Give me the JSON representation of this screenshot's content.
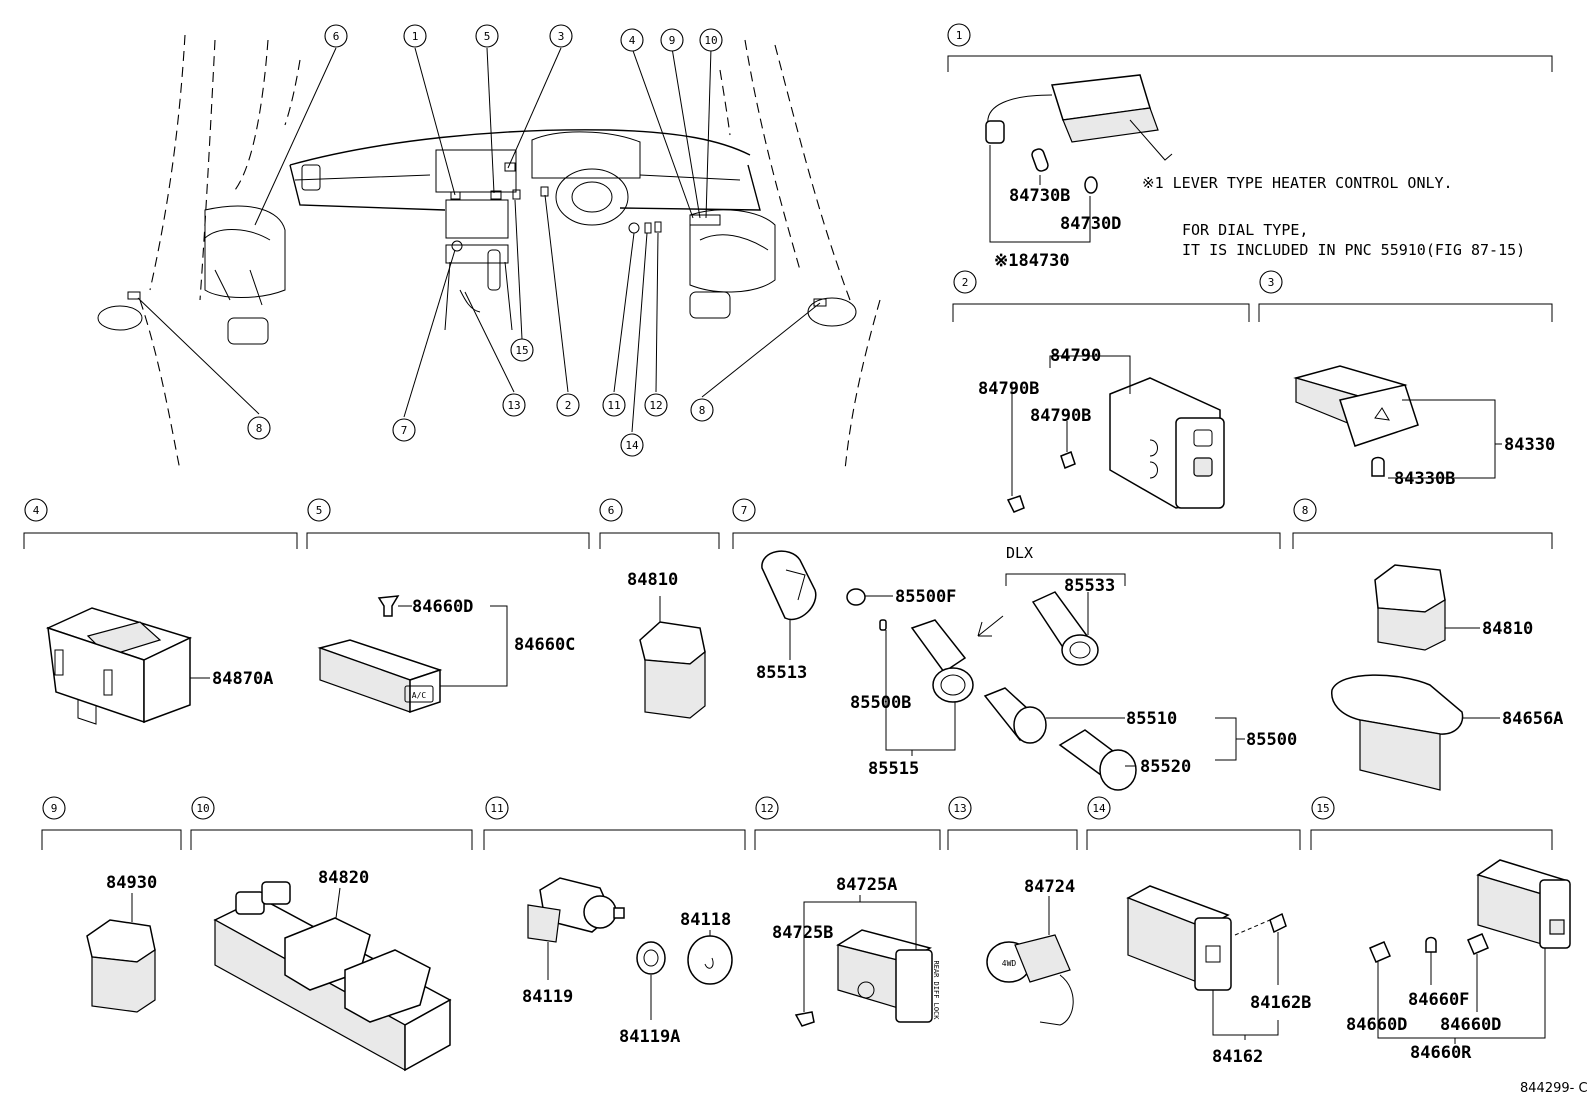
{
  "sections": [
    {
      "id": "1",
      "parts": [
        "84730B",
        "84730D",
        "※184730"
      ],
      "notes": [
        "※1 LEVER TYPE HEATER CONTROL ONLY.",
        "FOR DIAL TYPE,",
        "IT IS INCLUDED IN PNC 55910(FIG 87-15)"
      ]
    },
    {
      "id": "2",
      "parts": [
        "84790",
        "84790B",
        "84790B"
      ]
    },
    {
      "id": "3",
      "parts": [
        "84330",
        "84330B"
      ]
    },
    {
      "id": "4",
      "parts": [
        "84870A"
      ]
    },
    {
      "id": "5",
      "parts": [
        "84660D",
        "84660C"
      ]
    },
    {
      "id": "6",
      "parts": [
        "84810"
      ]
    },
    {
      "id": "7",
      "label": "DLX",
      "parts": [
        "85500F",
        "85533",
        "85513",
        "85500B",
        "85510",
        "85500",
        "85520",
        "85515"
      ]
    },
    {
      "id": "8",
      "parts": [
        "84810",
        "84656A"
      ]
    },
    {
      "id": "9",
      "parts": [
        "84930"
      ]
    },
    {
      "id": "10",
      "parts": [
        "84820"
      ]
    },
    {
      "id": "11",
      "parts": [
        "84118",
        "84119",
        "84119A"
      ]
    },
    {
      "id": "12",
      "parts": [
        "84725A",
        "84725B"
      ]
    },
    {
      "id": "13",
      "parts": [
        "84724"
      ]
    },
    {
      "id": "14",
      "parts": [
        "84162B",
        "84162"
      ]
    },
    {
      "id": "15",
      "parts": [
        "84660F",
        "84660D",
        "84660D",
        "84660R"
      ]
    }
  ],
  "overview_callouts": [
    "6",
    "1",
    "5",
    "3",
    "4",
    "9",
    "10",
    "15",
    "8",
    "7",
    "13",
    "2",
    "11",
    "14",
    "12",
    "8"
  ],
  "switch_labels": {
    "ac": "A/C",
    "fourwd": "4WD",
    "rear_diff": "REAR DIFF LOCK"
  },
  "figure_code": "844299- C"
}
